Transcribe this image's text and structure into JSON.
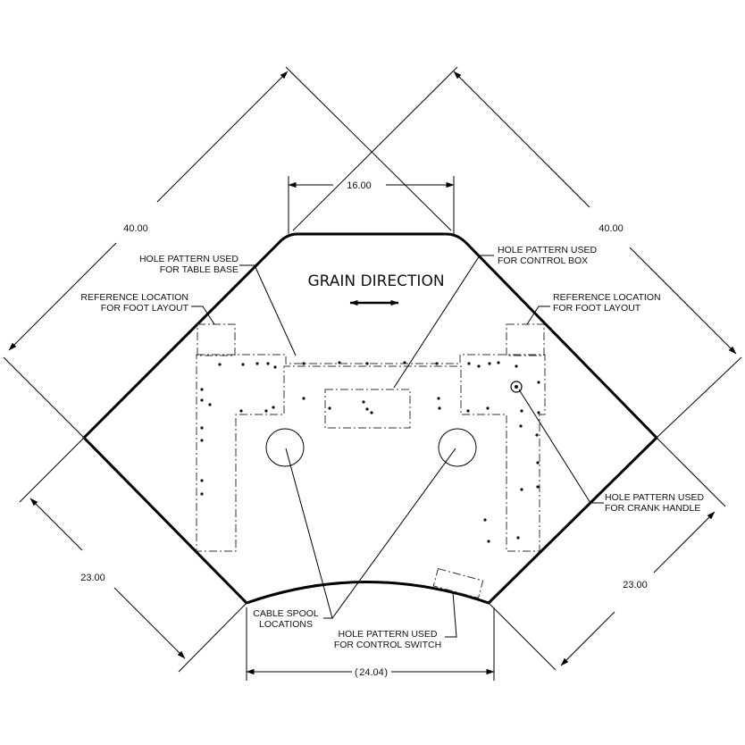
{
  "dimensions": {
    "top_width": "16.00",
    "left_diagonal": "40.00",
    "right_diagonal": "40.00",
    "left_lower": "23.00",
    "right_lower": "23.00",
    "bottom_width": "24.04"
  },
  "grain_label": "GRAIN DIRECTION",
  "callouts": {
    "table_base": [
      "HOLE PATTERN USED",
      "FOR TABLE BASE"
    ],
    "control_box": [
      "HOLE PATTERN USED",
      "FOR CONTROL BOX"
    ],
    "ref_left": [
      "REFERENCE LOCATION",
      "FOR FOOT LAYOUT"
    ],
    "ref_right": [
      "REFERENCE LOCATION",
      "FOR FOOT LAYOUT"
    ],
    "crank_handle": [
      "HOLE PATTERN USED",
      "FOR CRANK HANDLE"
    ],
    "cable_spool": [
      "CABLE SPOOL",
      "LOCATIONS"
    ],
    "control_switch": [
      "HOLE PATTERN USED",
      "FOR CONTROL SWITCH"
    ]
  }
}
